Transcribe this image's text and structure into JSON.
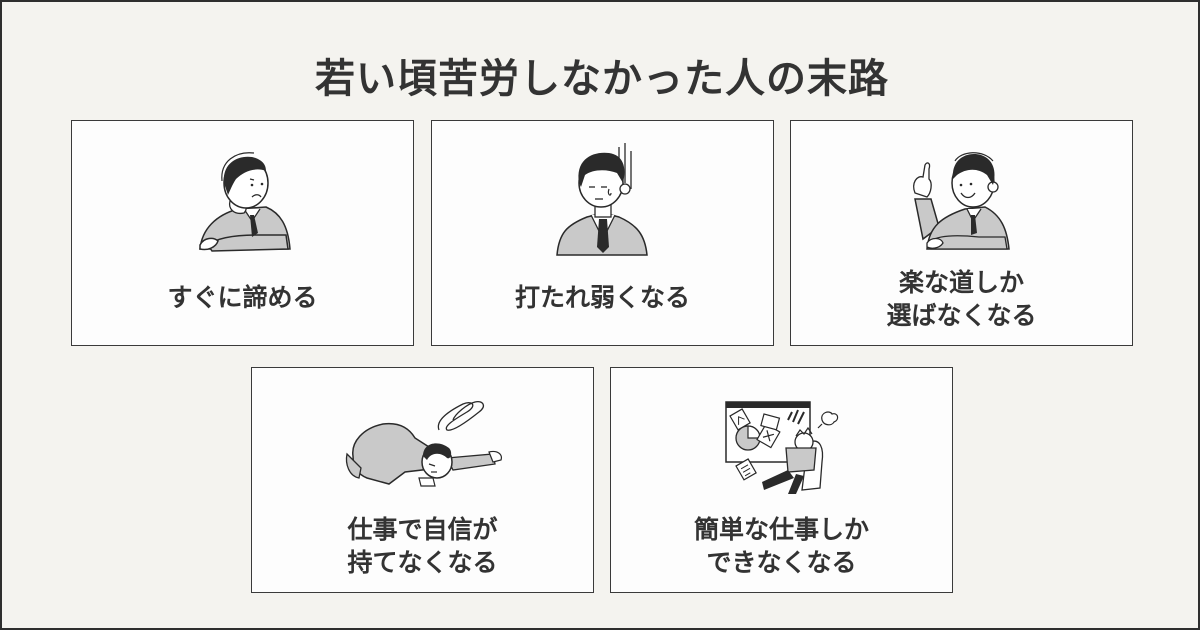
{
  "page": {
    "title": "若い頃苦労しなかった人の末路",
    "background_color": "#f4f3ef",
    "card_background": "#fdfdfd",
    "border_color": "#3a3a3a",
    "text_color": "#333333"
  },
  "cards": [
    {
      "label": "すぐに諦める",
      "illustration": "man-resting-chin-on-hand-icon"
    },
    {
      "label": "打たれ弱くなる",
      "illustration": "dejected-man-icon"
    },
    {
      "label": "楽な道しか\n選ばなくなる",
      "illustration": "man-pointing-finger-up-icon"
    },
    {
      "label": "仕事で自信が\n持てなくなる",
      "illustration": "man-collapsed-on-floor-icon"
    },
    {
      "label": "簡単な仕事しか\nできなくなる",
      "illustration": "stressed-man-with-scattered-papers-icon"
    }
  ]
}
